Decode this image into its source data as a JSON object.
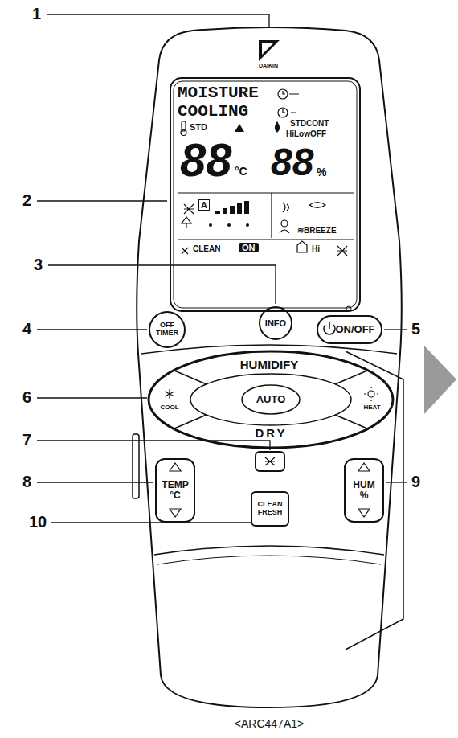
{
  "diagram": {
    "caption": "<ARC447A1>",
    "nodes": [
      {
        "text": [
          "DAIKIN"
        ]
      },
      {
        "text": [
          "MOISTURE COOLING",
          "STD",
          "STDCONT",
          "HiLowOFF",
          "88",
          "°C",
          "88",
          "%",
          "A",
          "≋BREEZE",
          "CLEAN",
          "ON",
          "Hi"
        ],
        "in": 0
      },
      {
        "text": [
          "OFF TIMER"
        ],
        "in": 0
      },
      {
        "text": [
          "INFO"
        ],
        "in": 0
      },
      {
        "text": [
          "ON/OFF"
        ],
        "in": 0
      },
      {
        "text": [
          "HUMIDIFY"
        ],
        "in": 0
      },
      {
        "text": [
          "COOL"
        ],
        "in": 0
      },
      {
        "text": [
          "AUTO"
        ],
        "in": 0
      },
      {
        "text": [
          "HEAT"
        ],
        "in": 0
      },
      {
        "text": [
          "DRY"
        ],
        "in": 0
      },
      {
        "text": [
          "TEMP °C"
        ],
        "in": 0
      },
      {
        "text": [
          "HUM %"
        ],
        "in": 0
      },
      {
        "text": [
          "CLEAN FRESH"
        ],
        "in": 0
      }
    ],
    "labels": [
      "1",
      "2",
      "3",
      "4",
      "5",
      "6",
      "7",
      "8",
      "9",
      "10"
    ]
  }
}
